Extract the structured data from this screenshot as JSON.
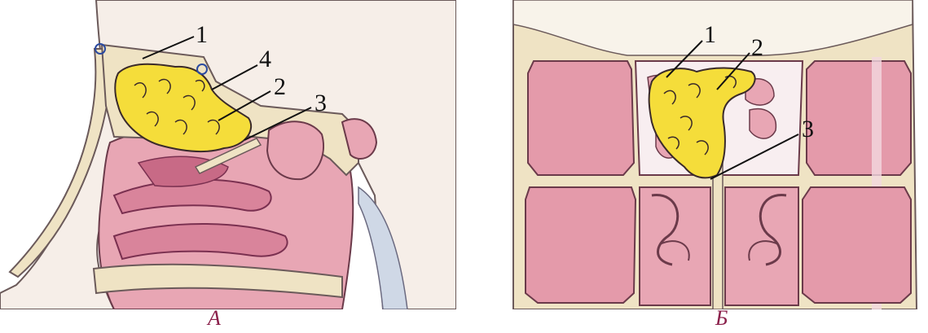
{
  "panels": [
    {
      "caption": "А",
      "labels": [
        "1",
        "4",
        "2",
        "3"
      ]
    },
    {
      "caption": "Б",
      "labels": [
        "1",
        "2",
        "3"
      ]
    }
  ],
  "colors": {
    "bone": "#efe3c4",
    "mucosa": "#e49aaa",
    "mucosa_dark": "#c85c78",
    "sinus": "#e8b0bc",
    "tumor": "#f5dd3a",
    "outline": "#3a2a2a",
    "caption": "#8a1f4a"
  }
}
